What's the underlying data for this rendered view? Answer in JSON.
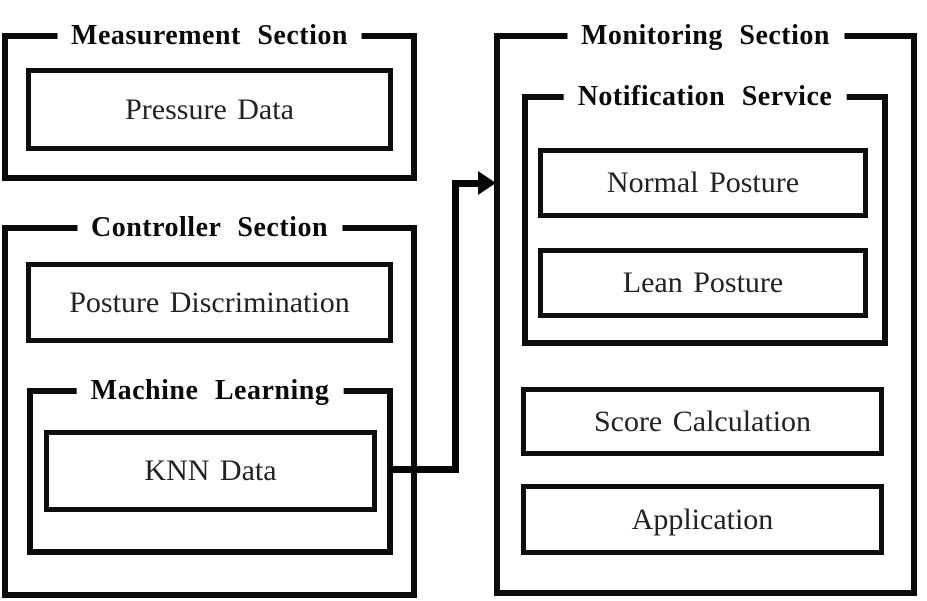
{
  "figure": {
    "background_color": "#ffffff",
    "line_color": "#050505",
    "text_color": "#222222",
    "sections": {
      "measurement": {
        "title": "Measurement Section",
        "pressure_data": "Pressure Data"
      },
      "controller": {
        "title": "Controller Section",
        "posture_discrimination": "Posture Discrimination",
        "machine_learning": {
          "title": "Machine Learning",
          "knn_data": "KNN Data"
        }
      },
      "monitoring": {
        "title": "Monitoring Section",
        "notification_service": {
          "title": "Notification Service",
          "normal_posture": "Normal Posture",
          "lean_posture": "Lean Posture"
        },
        "score_calculation": "Score Calculation",
        "application": "Application"
      }
    },
    "connection": {
      "from": "Machine Learning",
      "to": "Monitoring Section",
      "shape": "right-angle elbow",
      "arrow_direction": "right"
    }
  }
}
